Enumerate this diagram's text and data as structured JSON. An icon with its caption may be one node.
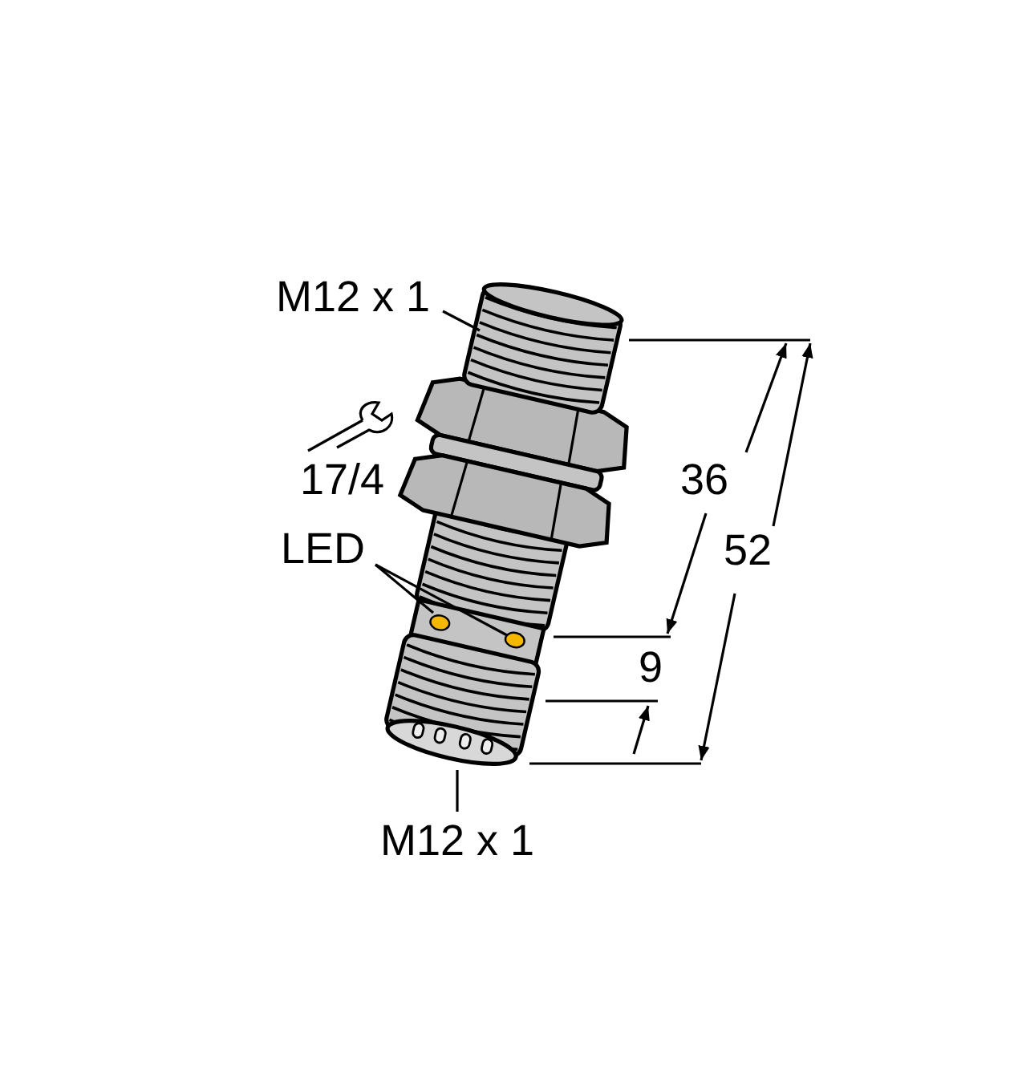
{
  "diagram": {
    "nodes": [
      {
        "text": [
          "M12 x 1"
        ]
      },
      {
        "text": [],
        "shape": "picture"
      },
      {
        "text": [
          "LED"
        ]
      },
      {
        "text": [],
        "shape": "circle"
      },
      {
        "text": [],
        "shape": "circle"
      },
      {
        "text": [
          "M12 x 1"
        ]
      },
      {
        "text": [],
        "shape": "picture"
      }
    ],
    "edges": [
      {
        "from": 0,
        "to": 1,
        "arrow": "none"
      },
      {
        "from": 2,
        "to": 3,
        "arrow": "none"
      },
      {
        "from": 2,
        "to": 4,
        "arrow": "none"
      },
      {
        "from": 5,
        "to": 6,
        "arrow": "none"
      }
    ],
    "labels": [
      "17/4",
      "36",
      "52",
      "9"
    ]
  }
}
